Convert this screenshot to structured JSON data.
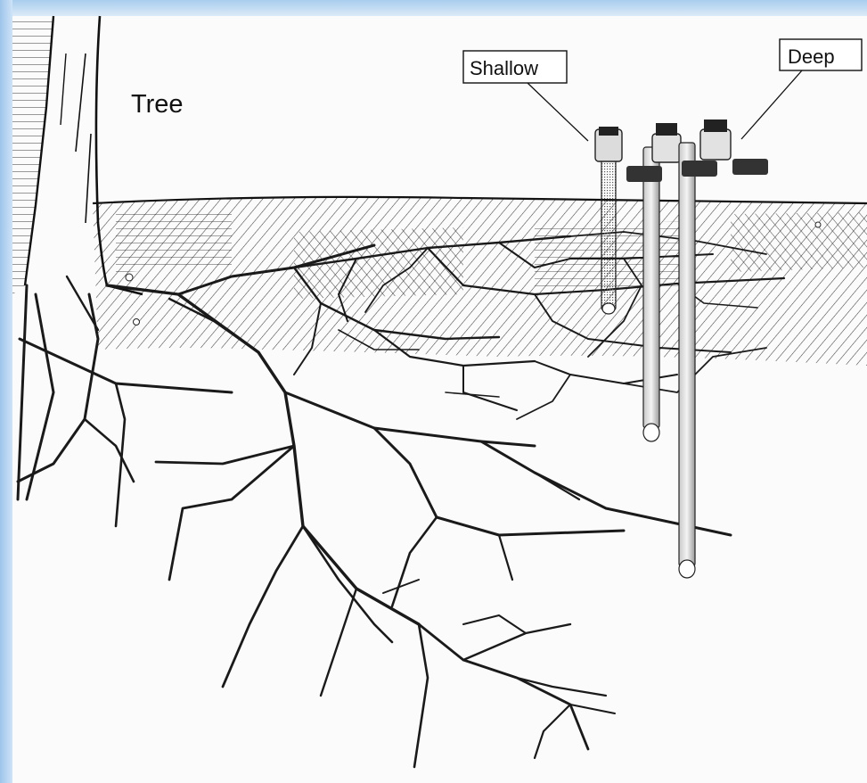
{
  "labels": {
    "tree": "Tree",
    "shallow": "Shallow",
    "deep": "Deep"
  },
  "colors": {
    "ink": "#1a1a1a",
    "paper": "#fbfbfb",
    "frame_blue": "#a9cdee"
  }
}
